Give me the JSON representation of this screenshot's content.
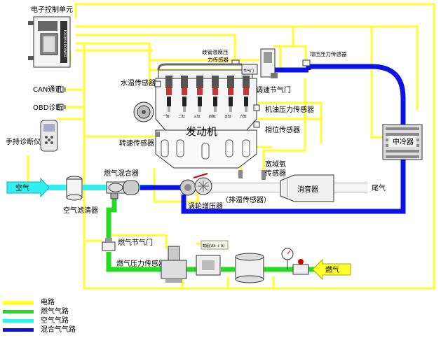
{
  "labels": {
    "ecu": "电子控制单元",
    "can": "CAN通讯",
    "obd": "OBD诊断",
    "handheld": "手持诊断仪",
    "manifold_temp": "歧管温度压",
    "manifold_temp2": "力传感器",
    "boost_sensor": "增压压力传感器",
    "water_temp": "水温传感器",
    "throttle": "调速节气门",
    "oil_pressure": "机油压力传感器",
    "phase_sensor": "相位传感器",
    "engine": "发动机",
    "speed_sensor": "转速传感器",
    "intercooler": "中冷器",
    "wide_o2": "宽域氧",
    "wide_o2_2": "传感器",
    "muffler": "消音器",
    "exhaust": "尾气",
    "gas_mixer": "燃气混合器",
    "air": "空气",
    "air_filter": "空气滤清器",
    "turbo": "涡轮增压器",
    "exhaust_temp": "（排温传感器）",
    "gas_throttle": "燃气节气门",
    "gas_pressure": "燃气压力传感器",
    "gas": "燃气",
    "screenshot_tip": "截图(Alt + A)",
    "ecu_brand": "EXIDEN POWER",
    "throttle_tag": "节气门"
  },
  "cylinders": [
    "一缸",
    "二缸",
    "三缸",
    "四缸",
    "五缸",
    "六缸"
  ],
  "legend": [
    {
      "label": "电路",
      "color": "#ffff2e"
    },
    {
      "label": "燃气气路",
      "color": "#22dd22"
    },
    {
      "label": "空气气路",
      "color": "#33f0f0"
    },
    {
      "label": "混合气气路",
      "color": "#0a12e8"
    }
  ]
}
